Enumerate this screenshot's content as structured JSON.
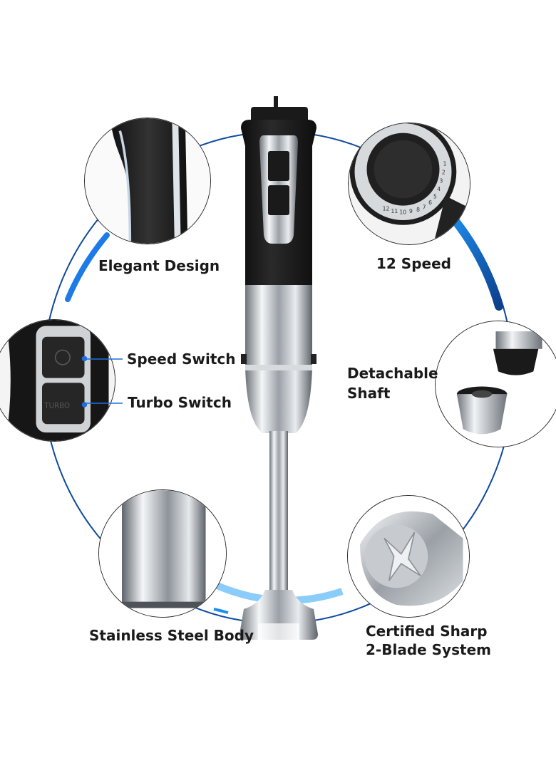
{
  "colors": {
    "ring_blue": "#1d6fe0",
    "ring_dark": "#0d3f8c",
    "steel_light": "#e9ecef",
    "steel_dark": "#6d737a",
    "handle_black": "#1b1b1b"
  },
  "features": [
    {
      "label": "Elegant Design",
      "icon": "handle-closeup-icon"
    },
    {
      "label": "12 Speed",
      "icon": "speed-dial-icon",
      "dial_numbers": [
        "12",
        "11",
        "10",
        "9",
        "8",
        "7",
        "6",
        "5",
        "4",
        "3",
        "2",
        "1"
      ]
    },
    {
      "label": "Speed Switch",
      "icon": "speed-button-icon"
    },
    {
      "label": "Turbo Switch",
      "icon": "turbo-button-icon",
      "button_text": "TURBO"
    },
    {
      "label": "Detachable",
      "label_line2": "Shaft",
      "icon": "detachable-shaft-icon"
    },
    {
      "label": "Stainless Steel Body",
      "icon": "steel-body-icon"
    },
    {
      "label": "Certified Sharp",
      "label_line2": "2-Blade System",
      "icon": "blade-icon"
    }
  ]
}
